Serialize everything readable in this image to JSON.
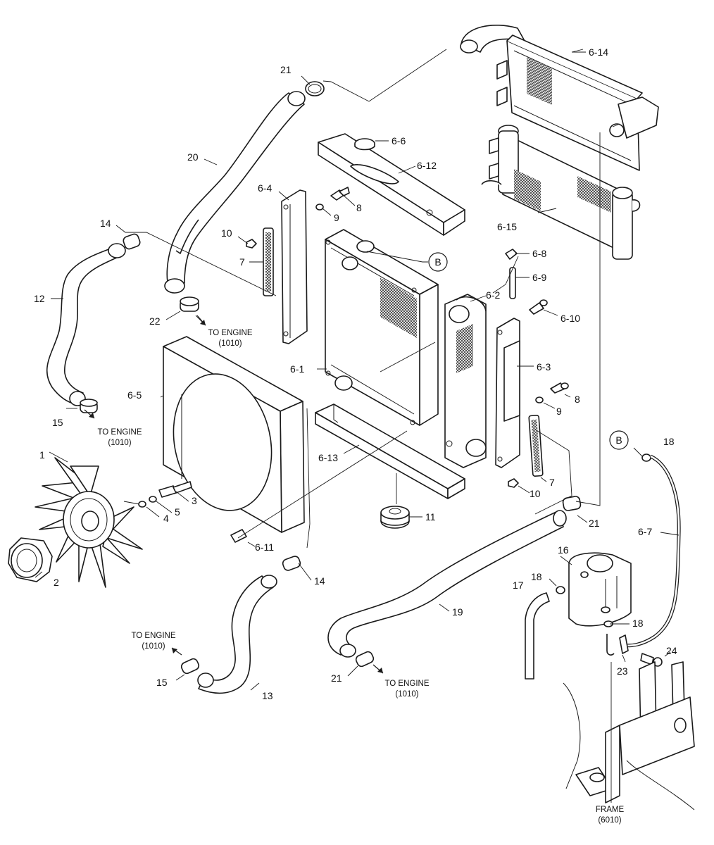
{
  "callouts": {
    "c1": "1",
    "c2": "2",
    "c3": "3",
    "c4": "4",
    "c5": "5",
    "c6_1": "6-1",
    "c6_2": "6-2",
    "c6_3": "6-3",
    "c6_4": "6-4",
    "c6_5": "6-5",
    "c6_6": "6-6",
    "c6_7": "6-7",
    "c6_8": "6-8",
    "c6_9": "6-9",
    "c6_10": "6-10",
    "c6_11": "6-11",
    "c6_12": "6-12",
    "c6_13": "6-13",
    "c6_14": "6-14",
    "c6_15": "6-15",
    "c7a": "7",
    "c7b": "7",
    "c8a": "8",
    "c8b": "8",
    "c9a": "9",
    "c9b": "9",
    "c10a": "10",
    "c10b": "10",
    "c11": "11",
    "c12": "12",
    "c13": "13",
    "c14a": "14",
    "c14b": "14",
    "c15a": "15",
    "c15b": "15",
    "c16": "16",
    "c17": "17",
    "c18a": "18",
    "c18b": "18",
    "c18c": "18",
    "c19": "19",
    "c20": "20",
    "c21a": "21",
    "c21b": "21",
    "c21c": "21",
    "c22": "22",
    "c23": "23",
    "c24": "24"
  },
  "markers": {
    "b1": "B",
    "b2": "B"
  },
  "notes": {
    "to_engine_a": "TO ENGINE",
    "to_engine_a_ref": "(1010)",
    "to_engine_b": "TO ENGINE",
    "to_engine_b_ref": "(1010)",
    "to_engine_c": "TO ENGINE",
    "to_engine_c_ref": "(1010)",
    "to_engine_d": "TO ENGINE",
    "to_engine_d_ref": "(1010)",
    "frame": "FRAME",
    "frame_ref": "(6010)"
  }
}
